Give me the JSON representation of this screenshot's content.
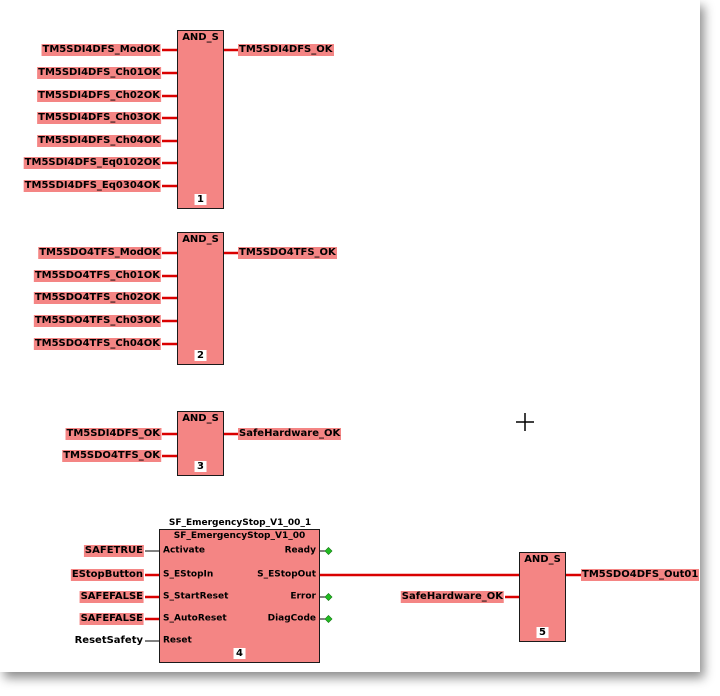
{
  "blocks": {
    "b1": {
      "type": "AND_S",
      "number": "1",
      "inputs": [
        "TM5SDI4DFS_ModOK",
        "TM5SDI4DFS_Ch01OK",
        "TM5SDI4DFS_Ch02OK",
        "TM5SDI4DFS_Ch03OK",
        "TM5SDI4DFS_Ch04OK",
        "TM5SDI4DFS_Eq0102OK",
        "TM5SDI4DFS_Eq0304OK"
      ],
      "output": "TM5SDI4DFS_OK"
    },
    "b2": {
      "type": "AND_S",
      "number": "2",
      "inputs": [
        "TM5SDO4TFS_ModOK",
        "TM5SDO4TFS_Ch01OK",
        "TM5SDO4TFS_Ch02OK",
        "TM5SDO4TFS_Ch03OK",
        "TM5SDO4TFS_Ch04OK"
      ],
      "output": "TM5SDO4TFS_OK"
    },
    "b3": {
      "type": "AND_S",
      "number": "3",
      "inputs": [
        "TM5SDI4DFS_OK",
        "TM5SDO4TFS_OK"
      ],
      "output": "SafeHardware_OK"
    },
    "b4": {
      "instance": "SF_EmergencyStop_V1_00_1",
      "type": "SF_EmergencyStop_V1_00",
      "number": "4",
      "pins_in": [
        "Activate",
        "S_EStopIn",
        "S_StartReset",
        "S_AutoReset",
        "Reset"
      ],
      "pins_out": [
        "Ready",
        "S_EStopOut",
        "Error",
        "DiagCode"
      ],
      "inputs": [
        "SAFETRUE",
        "EStopButton",
        "SAFEFALSE",
        "SAFEFALSE",
        "ResetSafety"
      ]
    },
    "b5": {
      "type": "AND_S",
      "number": "5",
      "inputs": [
        "SafeHardware_OK"
      ],
      "output": "TM5SDO4DFS_Out01"
    }
  },
  "colors": {
    "block": "#f48584",
    "wire": "#d90000",
    "pin_dot": "#22bb22"
  }
}
